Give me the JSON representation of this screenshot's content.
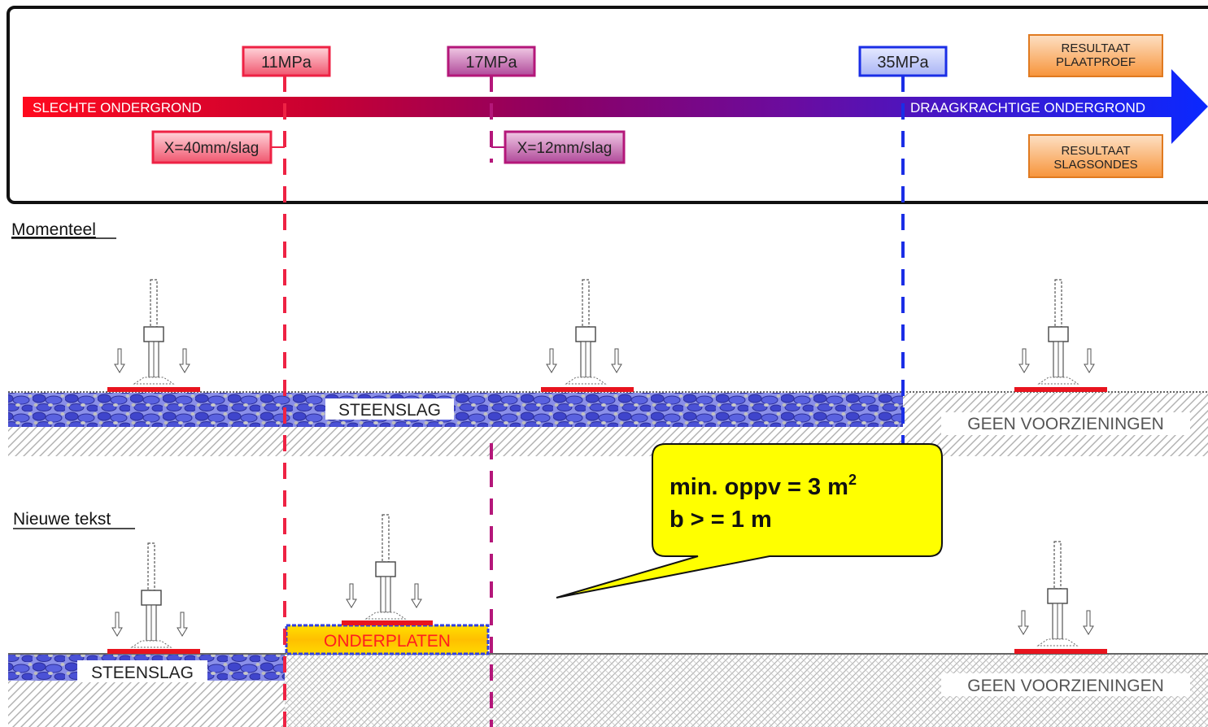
{
  "legend": {
    "pressures": [
      "11MPa",
      "17MPa",
      "35MPa"
    ],
    "blows": [
      "X=40mm/slag",
      "X=12mm/slag"
    ],
    "arrow_left": "SLECHTE ONDERGROND",
    "arrow_right": "DRAAGKRACHTIGE ONDERGROND",
    "result_plate_1": "RESULTAAT",
    "result_plate_2": "PLAATPROEF",
    "result_probe_1": "RESULTAAT",
    "result_probe_2": "SLAGSONDES"
  },
  "sections": {
    "current": "Momenteel",
    "new": "Nieuwe tekst"
  },
  "ground": {
    "steenslag": "STEENSLAG",
    "geen": "GEEN VOORZIENINGEN",
    "onderplaten": "ONDERPLATEN"
  },
  "callout": {
    "line1_prefix": "min. oppv = 3 m",
    "line1_sup": "2",
    "line2": "b > = 1 m"
  },
  "colors": {
    "red": "#ee2244",
    "magenta": "#b4177a",
    "blue": "#1a2ee6",
    "orange": "#f79646",
    "yellow": "#ffff00",
    "gravel": "#4a4ed0",
    "plate_red": "#e8141e"
  }
}
